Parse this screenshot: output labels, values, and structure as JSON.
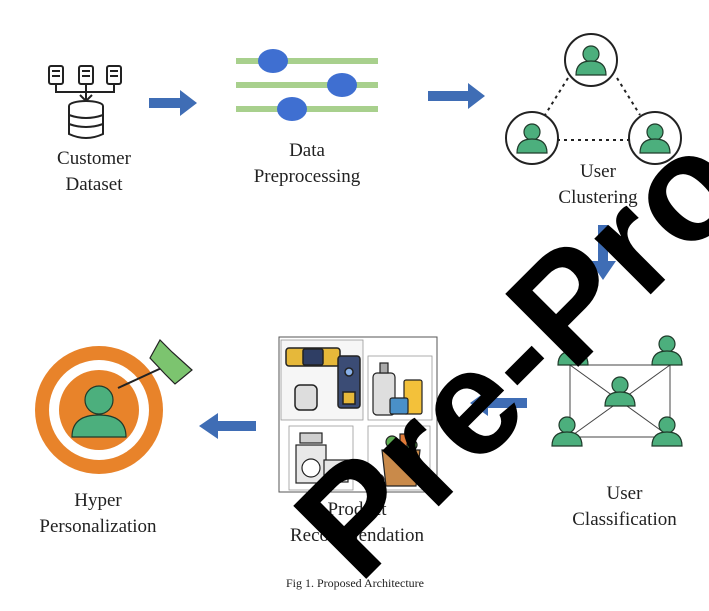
{
  "labels": {
    "customer_dataset_line1": "Customer",
    "customer_dataset_line2": "Dataset",
    "data_preprocessing_line1": "Data",
    "data_preprocessing_line2": "Preprocessing",
    "user_clustering_line1": "User",
    "user_clustering_line2": "Clustering",
    "user_classification_line1": "User",
    "user_classification_line2": "Classification",
    "product_recommendation_line1": "Product",
    "product_recommendation_line2": "Recommendation",
    "hyper_personalization_line1": "Hyper",
    "hyper_personalization_line2": "Personalization"
  },
  "caption": "Fig 1. Proposed Architecture",
  "watermark": "Pre-Proof",
  "colors": {
    "arrow": "#3f6db5",
    "node_blue": "#3f6fd1",
    "bar_green": "#a8d08d",
    "user_green": "#4caf7d",
    "target_orange": "#e8832a",
    "leaf_green": "#7cc46f"
  }
}
